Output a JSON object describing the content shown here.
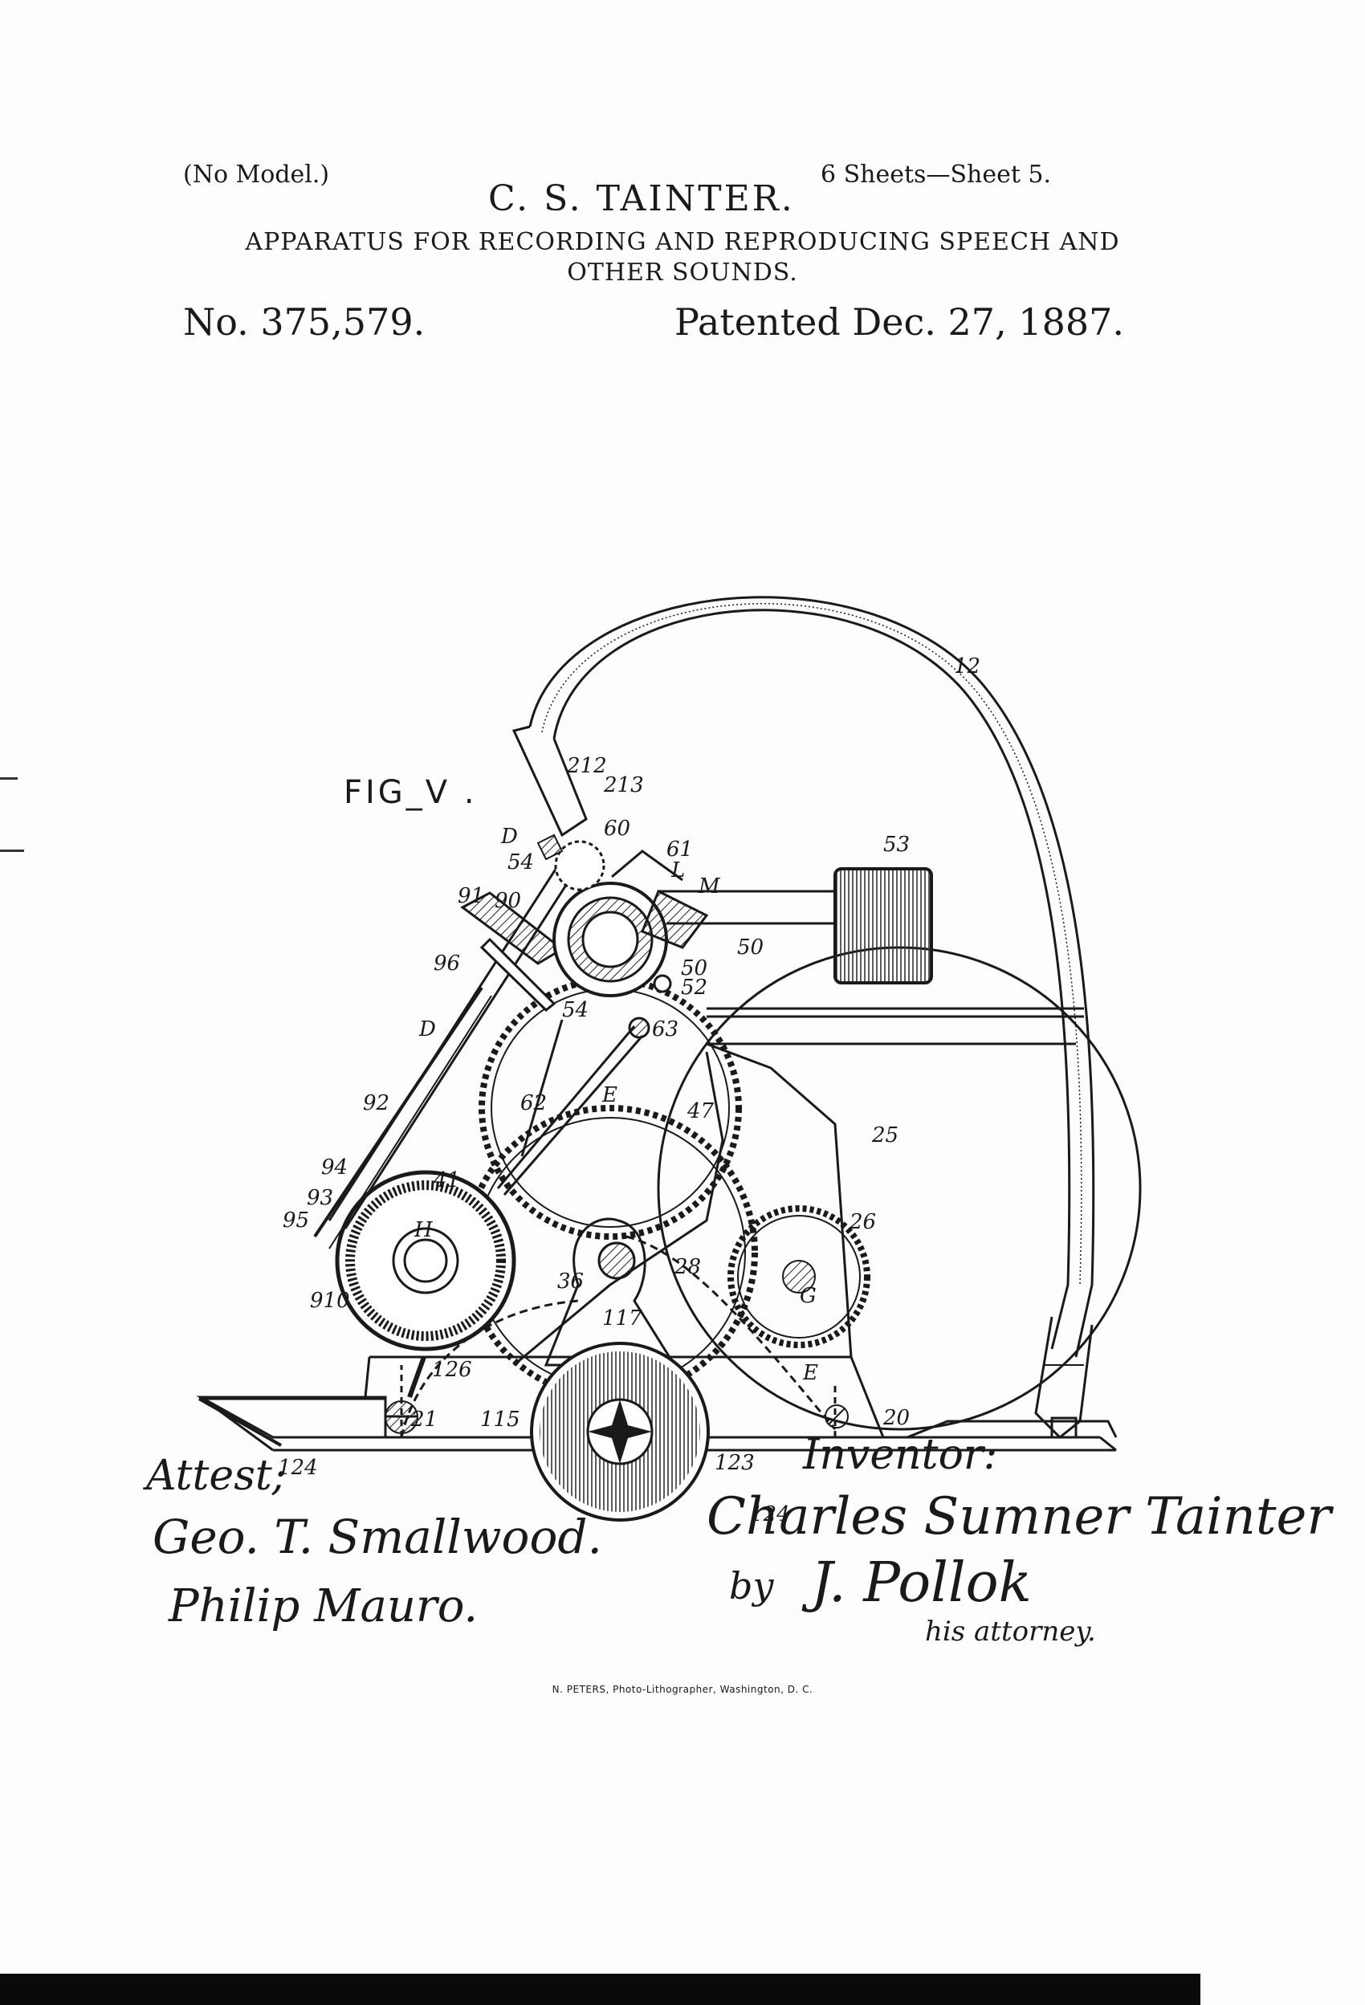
{
  "header": {
    "no_model": "(No Model.)",
    "sheets": "6 Sheets—Sheet 5.",
    "inventor_name": "C. S. TAINTER.",
    "title_line1": "APPARATUS FOR RECORDING AND REPRODUCING SPEECH AND",
    "title_line2": "OTHER SOUNDS.",
    "patent_number": "No. 375,579.",
    "patent_date": "Patented Dec. 27, 1887."
  },
  "figure": {
    "label": "FIG_V .",
    "reference_numerals": {
      "n12": "12",
      "n212": "212",
      "n213": "213",
      "n60": "60",
      "D_top": "D",
      "n61": "61",
      "L": "L",
      "M": "M",
      "n53": "53",
      "n54a": "54",
      "n91": "91",
      "n90": "90",
      "n96": "96",
      "n50a": "50",
      "n50b": "50",
      "n52": "52",
      "n54b": "54",
      "n63": "63",
      "D_left": "D",
      "n62": "62",
      "E_top": "E",
      "n47": "47",
      "n25": "25",
      "n92": "92",
      "n94": "94",
      "n93": "93",
      "n41": "41",
      "H": "H",
      "n95": "95",
      "n26": "26",
      "n910": "910",
      "n36": "36",
      "n28": "28",
      "G": "G",
      "n117": "117",
      "E_right": "E",
      "n126": "126",
      "n20": "20",
      "n115": "115",
      "n21": "21",
      "n124a": "124",
      "n123": "123",
      "n124b": "124"
    }
  },
  "signatures": {
    "attest": "Attest;",
    "witness1": "Geo. T. Smallwood.",
    "witness2": "Philip Mauro.",
    "inventor_label": "Inventor:",
    "inventor_signature": "Charles Sumner Tainter",
    "by": "by",
    "attorney_signature": "J. Pollok",
    "attorney_label": "his attorney."
  },
  "footer": {
    "printer": "N. PETERS, Photo-Lithographer, Washington, D. C."
  }
}
